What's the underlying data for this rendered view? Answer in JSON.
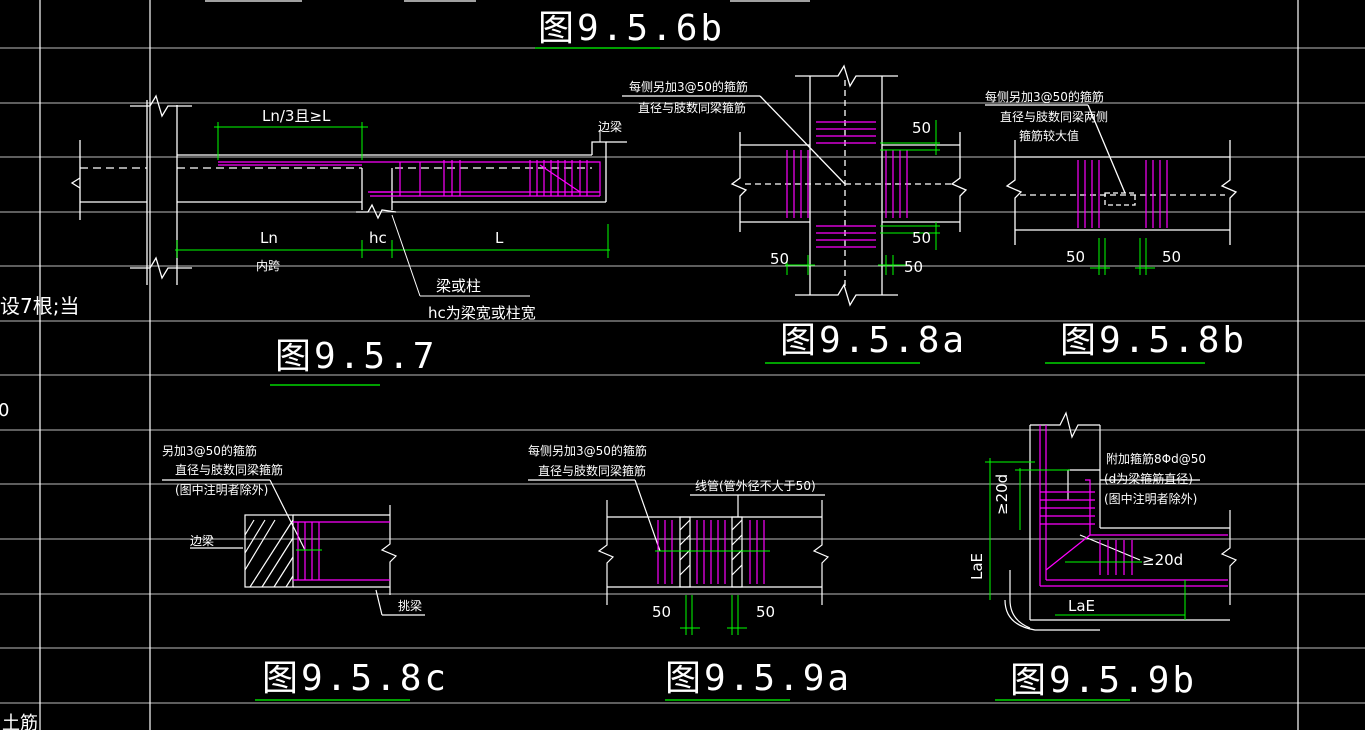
{
  "colors": {
    "background": "#000000",
    "line": "#ffffff",
    "rebar": "#ff00ff",
    "dimension": "#00ff00",
    "gridline": "#c0c0c0"
  },
  "top_fragment": {
    "title": "图9.5.6b"
  },
  "left_fragments": {
    "line1": "设7根;当",
    "line2": "0",
    "line3": "土筋"
  },
  "fig957": {
    "title": "图9.5.7",
    "dim_top": "Ln/3且≥L",
    "edge_beam": "边梁",
    "ln": "Ln",
    "hc": "hc",
    "l": "L",
    "span": "内跨",
    "beam_or_col": "梁或柱",
    "hc_note": "hc为梁宽或柱宽"
  },
  "fig958a": {
    "title": "图9.5.8a",
    "note1": "每侧另加3@50的箍筋",
    "note2": "直径与肢数同梁箍筋",
    "d50_1": "50",
    "d50_2": "50",
    "d50_3": "50",
    "d50_4": "50"
  },
  "fig958b": {
    "title": "图9.5.8b",
    "note1": "每侧另加3@50的箍筋",
    "note2": "直径与肢数同梁两侧",
    "note3": "箍筋较大值",
    "d50_1": "50",
    "d50_2": "50"
  },
  "fig958c": {
    "title": "图9.5.8c",
    "note1": "另加3@50的箍筋",
    "note2": "直径与肢数同梁箍筋",
    "note3": "(图中注明者除外)",
    "edge_beam": "边梁",
    "cant_beam": "挑梁"
  },
  "fig959a": {
    "title": "图9.5.9a",
    "note1": "每侧另加3@50的箍筋",
    "note2": "直径与肢数同梁箍筋",
    "pipe": "线管(管外径不大于50)",
    "d50_1": "50",
    "d50_2": "50"
  },
  "fig959b": {
    "title": "图9.5.9b",
    "note1": "附加箍筋8Φd@50",
    "note2": "(d为梁箍筋直径)",
    "note3": "(图中注明者除外)",
    "d20v": "≥20d",
    "d20h": "≥20d",
    "lae_v": "LaE",
    "lae_h": "LaE"
  }
}
